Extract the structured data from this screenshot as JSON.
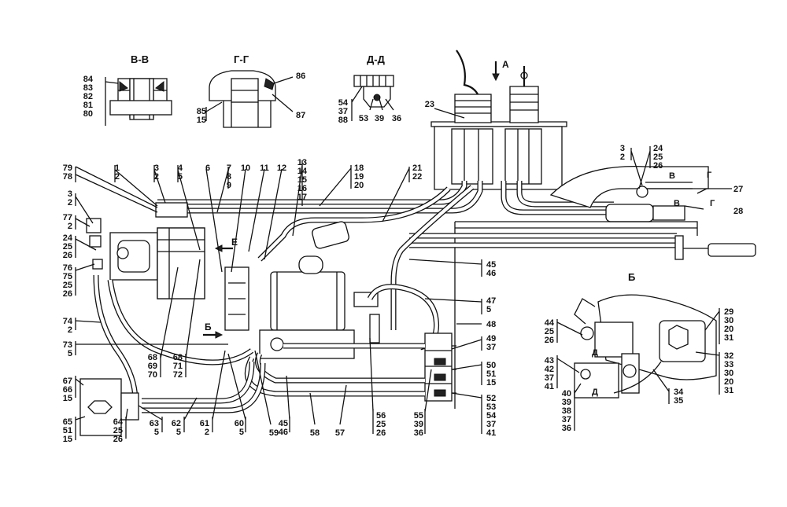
{
  "section_titles": {
    "vv": "В-В",
    "gg": "Г-Г",
    "dd": "Д-Д",
    "view_b": "Б"
  },
  "view_arrows": {
    "a": "А",
    "e": "Е",
    "b": "Б",
    "v": "В",
    "g": "Г",
    "d_top": "Д",
    "d_bottom": "Д"
  },
  "callouts": [
    [
      "84",
      "83",
      "82",
      "81",
      "80"
    ],
    [
      "85",
      "15"
    ],
    [
      "86"
    ],
    [
      "87"
    ],
    [
      "54",
      "37",
      "88"
    ],
    [
      "53"
    ],
    [
      "39"
    ],
    [
      "36"
    ],
    [
      "23"
    ],
    [
      "79",
      "78"
    ],
    [
      "1",
      "2"
    ],
    [
      "3",
      "2"
    ],
    [
      "4",
      "5"
    ],
    [
      "6"
    ],
    [
      "7",
      "8",
      "9"
    ],
    [
      "10"
    ],
    [
      "11"
    ],
    [
      "12"
    ],
    [
      "13",
      "14",
      "15",
      "16",
      "17"
    ],
    [
      "18",
      "19",
      "20"
    ],
    [
      "21",
      "22"
    ],
    [
      "3",
      "2"
    ],
    [
      "24",
      "25",
      "26"
    ],
    [
      "27"
    ],
    [
      "28"
    ],
    [
      "3",
      "2"
    ],
    [
      "77",
      "2"
    ],
    [
      "24",
      "25",
      "26"
    ],
    [
      "76",
      "75",
      "25",
      "26"
    ],
    [
      "45",
      "46"
    ],
    [
      "47",
      "5"
    ],
    [
      "48"
    ],
    [
      "49",
      "37"
    ],
    [
      "50",
      "51",
      "15"
    ],
    [
      "52",
      "53",
      "54",
      "37",
      "41"
    ],
    [
      "74",
      "2"
    ],
    [
      "73",
      "5"
    ],
    [
      "68",
      "69",
      "70"
    ],
    [
      "68",
      "71",
      "72"
    ],
    [
      "67",
      "66",
      "15"
    ],
    [
      "65",
      "51",
      "15"
    ],
    [
      "64",
      "25",
      "26"
    ],
    [
      "63",
      "5"
    ],
    [
      "62",
      "5"
    ],
    [
      "61",
      "2"
    ],
    [
      "60",
      "5"
    ],
    [
      "59"
    ],
    [
      "45",
      "46"
    ],
    [
      "58"
    ],
    [
      "57"
    ],
    [
      "56",
      "25",
      "26"
    ],
    [
      "55",
      "39",
      "36"
    ],
    [
      "44",
      "25",
      "26"
    ],
    [
      "43",
      "42",
      "37",
      "41"
    ],
    [
      "40",
      "39",
      "38",
      "37",
      "36"
    ],
    [
      "29",
      "30",
      "20",
      "31"
    ],
    [
      "32",
      "33",
      "30",
      "20",
      "31"
    ],
    [
      "34",
      "35"
    ]
  ]
}
